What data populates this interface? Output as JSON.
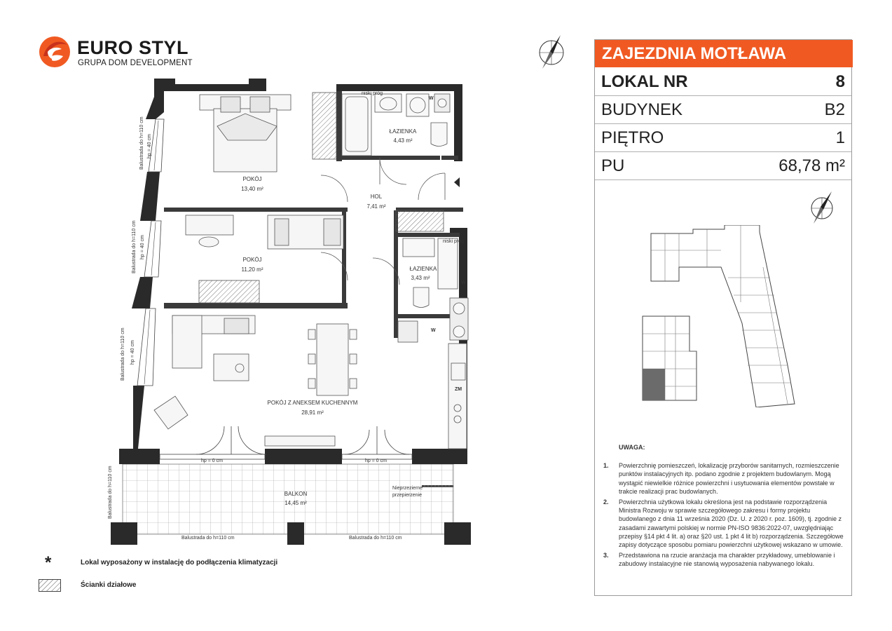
{
  "brand": {
    "name": "EURO STYL",
    "subtitle": "GRUPA DOM DEVELOPMENT",
    "colors": {
      "accent": "#f05a22",
      "accent_dark": "#c8321c"
    }
  },
  "panel": {
    "title": "ZAJEZDNIA MOTŁAWA",
    "rows": [
      {
        "key": "LOKAL NR",
        "value": "8"
      },
      {
        "key": "BUDYNEK",
        "value": "B2"
      },
      {
        "key": "PIĘTRO",
        "value": "1"
      },
      {
        "key": "PU",
        "value": "68,78 m²"
      }
    ]
  },
  "plan": {
    "rooms": [
      {
        "name": "POKÓJ",
        "area": "13,40 m²"
      },
      {
        "name": "ŁAZIENKA",
        "area": "4,43 m²"
      },
      {
        "name": "HOL",
        "area": "7,41 m²"
      },
      {
        "name": "POKÓJ",
        "area": "11,20 m²"
      },
      {
        "name": "ŁAZIENKA",
        "area": "3,43 m²"
      },
      {
        "name": "POKÓJ Z ANEKSEM KUCHENNYM",
        "area": "28,91 m²"
      },
      {
        "name": "BALKON",
        "area": "14,45 m²"
      }
    ],
    "annotations": {
      "balustrade_110": "Balustrada do h=110 cm",
      "hp_40": "hp = 40 cm",
      "hp_0": "hp = 0 cm",
      "nieprzezierne_1": "Nieprzezierne",
      "nieprzezierne_2": "przepierzenie",
      "niski_prog": "niski próg",
      "w": "W",
      "zm": "ZM"
    }
  },
  "notes": {
    "title": "UWAGA:",
    "items": [
      {
        "num": "1.",
        "text": "Powierzchnię pomieszczeń, lokalizację przyborów sanitarnych, rozmieszczenie punktów instalacyjnych itp. podano zgodnie z projektem budowlanym. Mogą wystąpić niewielkie różnice powierzchni i usytuowania elementów powstałe w trakcie realizacji prac budowlanych."
      },
      {
        "num": "2.",
        "text": "Powierzchnia użytkowa lokalu określona jest na podstawie rozporządzenia Ministra Rozwoju w sprawie szczegółowego zakresu i formy projektu budowlanego z dnia 11 września 2020 (Dz. U. z 2020 r. poz. 1609), tj. zgodnie z zasadami zawartymi polskiej w normie PN-ISO 9836:2022-07, uwzględniając przepisy §14 pkt 4 lit. a) oraz §20 ust. 1 pkt 4 lit b) rozporządzenia. Szczegółowe zapisy dotyczące sposobu pomiaru powierzchni użytkowej wskazano w umowie."
      },
      {
        "num": "3.",
        "text": "Przedstawiona na rzucie aranżacja ma charakter przykładowy, umeblowanie i zabudowy instalacyjne nie stanowią wyposażenia nabywanego lokalu."
      }
    ]
  },
  "legend": [
    {
      "symbol": "asterisk-icon",
      "text": "Lokal wyposażony w instalację do podłączenia klimatyzacji"
    },
    {
      "symbol": "hatch-icon",
      "text": "Ścianki działowe"
    }
  ]
}
